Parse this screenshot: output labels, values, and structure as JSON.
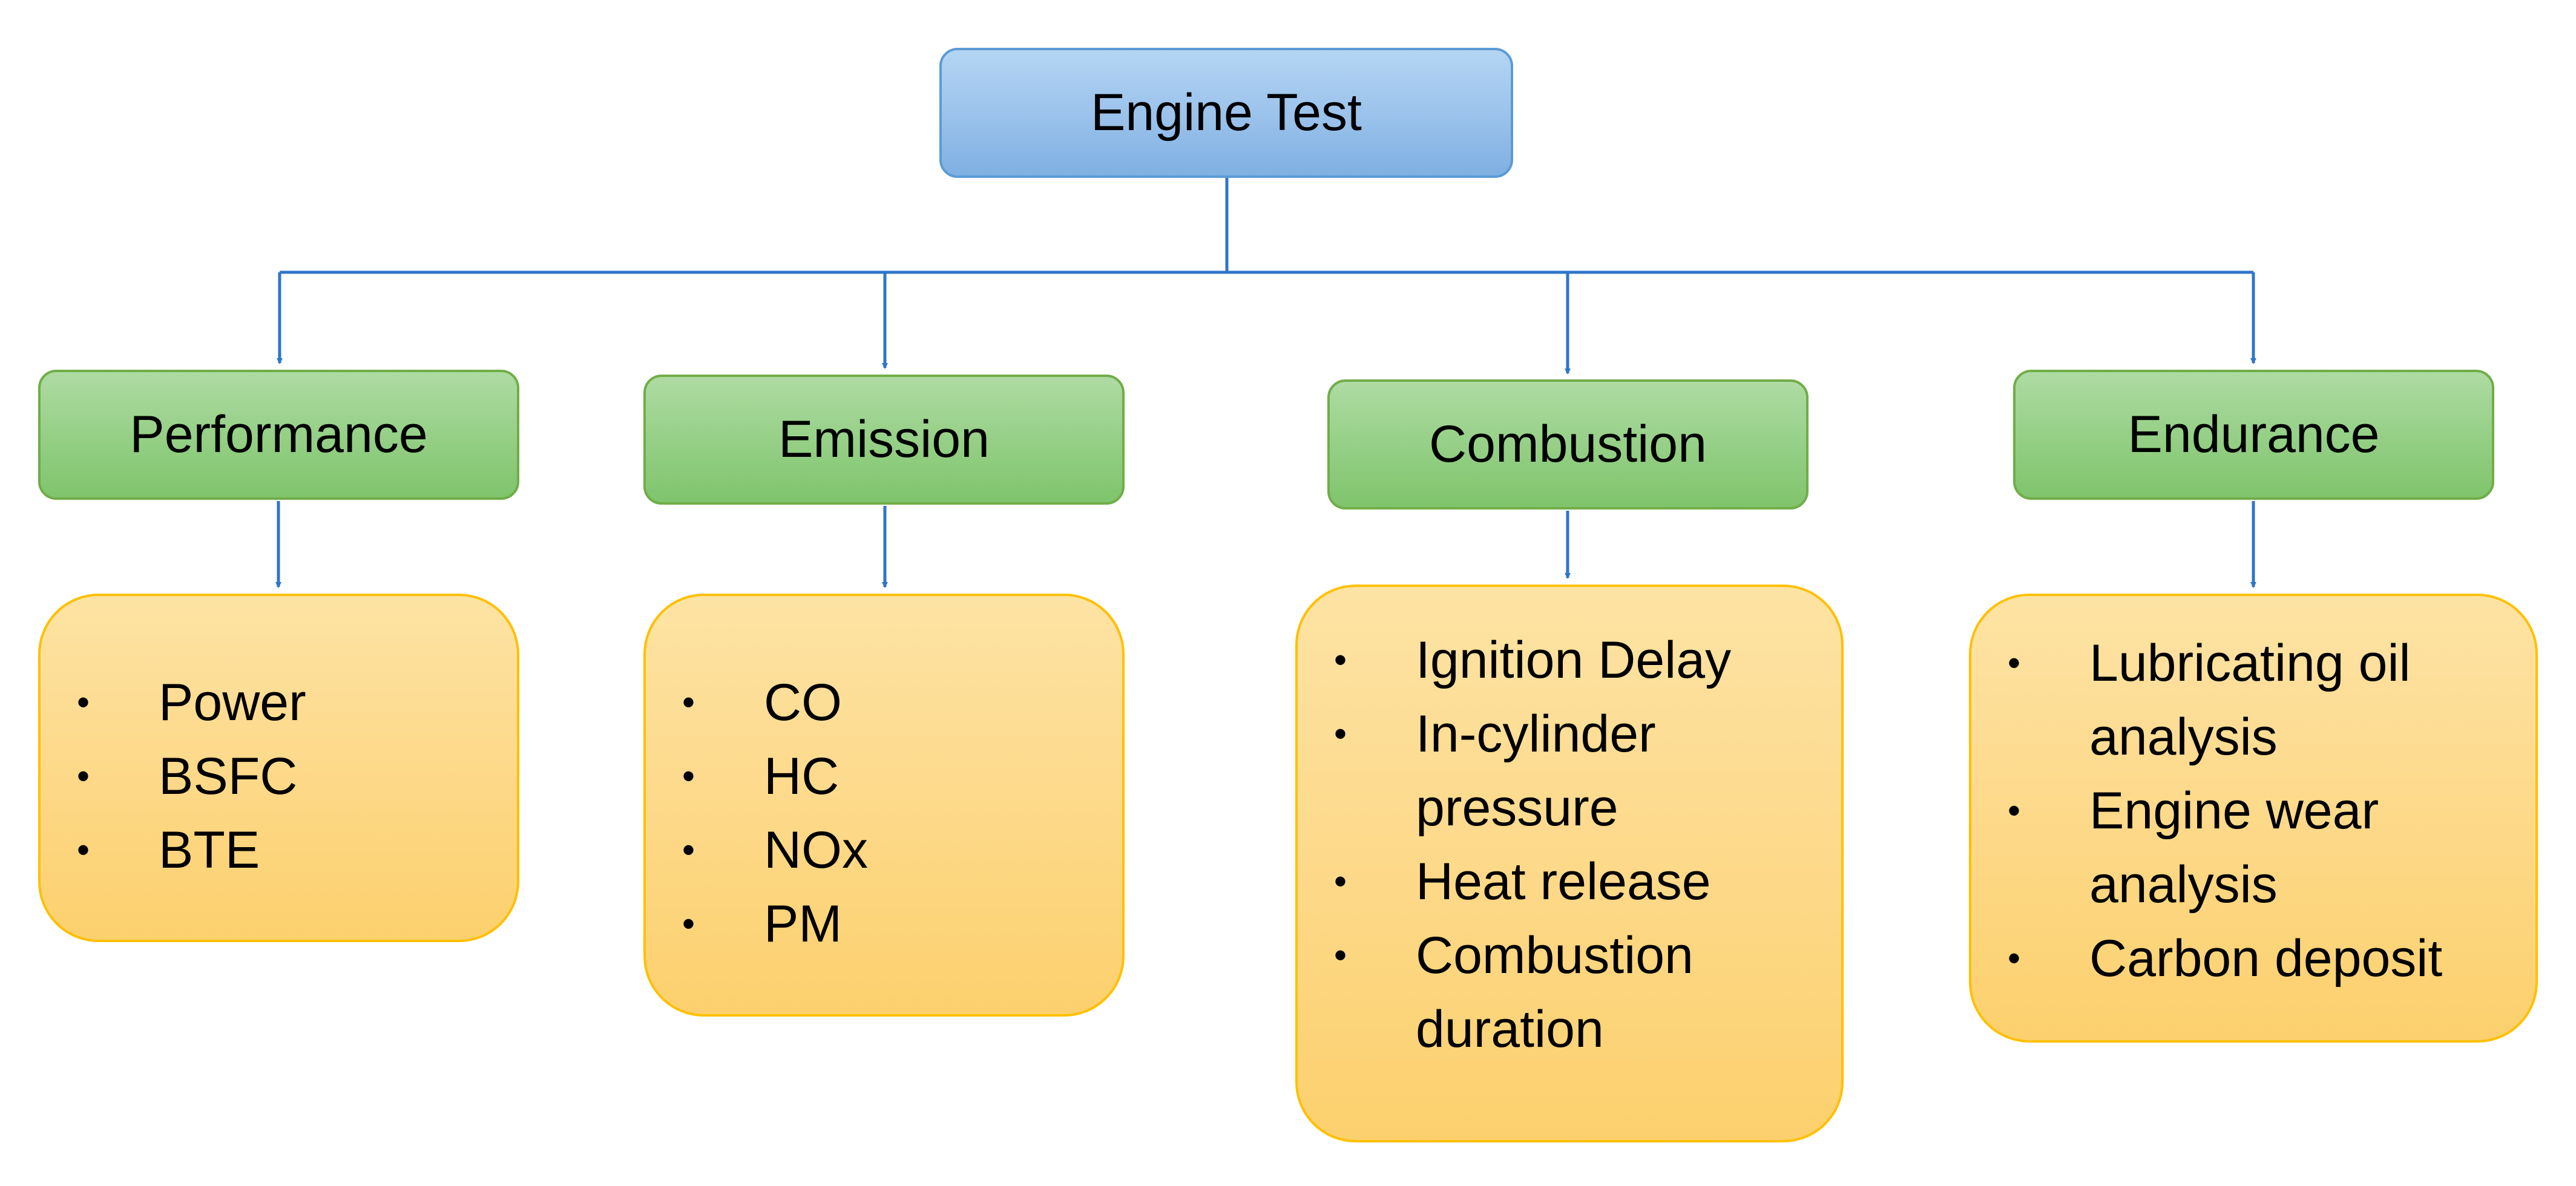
{
  "root": {
    "label": "Engine Test"
  },
  "categories": [
    {
      "label": "Performance",
      "items": [
        "Power",
        "BSFC",
        "BTE"
      ]
    },
    {
      "label": "Emission",
      "items": [
        "CO",
        "HC",
        "NOx",
        "PM"
      ]
    },
    {
      "label": "Combustion",
      "items": [
        "Ignition Delay",
        "In-cylinder pressure",
        "Heat release",
        "Combustion duration"
      ]
    },
    {
      "label": "Endurance",
      "items": [
        "Lubricating oil analysis",
        "Engine wear analysis",
        "Carbon deposit"
      ]
    }
  ],
  "colors": {
    "root_fill": "#9cc3ec",
    "root_border": "#5b9bd5",
    "category_fill": "#96d087",
    "category_border": "#70ad47",
    "leaf_fill": "#fdd98a",
    "leaf_border": "#ffc000",
    "connector": "#2e75c9"
  },
  "bullet_symbol": "•"
}
